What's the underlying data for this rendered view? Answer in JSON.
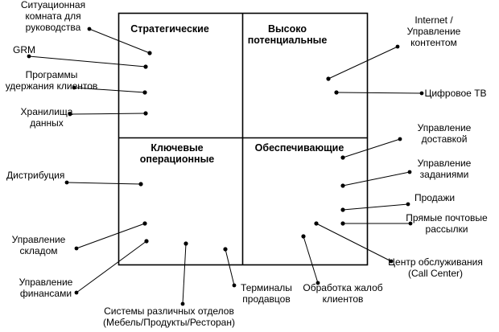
{
  "quadrants": {
    "top_left": [
      "Стратегические"
    ],
    "top_right": [
      "Высоко",
      "потенциальные"
    ],
    "bottom_left": [
      "Ключевые",
      "операционные"
    ],
    "bottom_right": [
      "Обеспечивающие"
    ]
  },
  "labels": [
    {
      "id": "situation-room",
      "lines": [
        "Ситуационная",
        "комната для",
        "руководства"
      ]
    },
    {
      "id": "grm",
      "lines": [
        "GRM"
      ]
    },
    {
      "id": "retention",
      "lines": [
        "Программы",
        "удержания клиентов"
      ]
    },
    {
      "id": "data-warehouse",
      "lines": [
        "Хранилища",
        "данных"
      ]
    },
    {
      "id": "distribution",
      "lines": [
        "Дистрибуция"
      ]
    },
    {
      "id": "warehouse-mgmt",
      "lines": [
        "Управление",
        "складом"
      ]
    },
    {
      "id": "finance-mgmt",
      "lines": [
        "Управление",
        "финансами"
      ]
    },
    {
      "id": "dept-systems",
      "lines": [
        "Системы различных отделов",
        "(Мебель/Продукты/Ресторан)"
      ]
    },
    {
      "id": "sales-terminals",
      "lines": [
        "Терминалы",
        "продавцов"
      ]
    },
    {
      "id": "complaints",
      "lines": [
        "Обработка жалоб",
        "клиентов"
      ]
    },
    {
      "id": "call-center",
      "lines": [
        "Центр обслуживания",
        "(Call Center)"
      ]
    },
    {
      "id": "direct-mail",
      "lines": [
        "Прямые почтовые",
        "рассылки"
      ]
    },
    {
      "id": "sales",
      "lines": [
        "Продажи"
      ]
    },
    {
      "id": "task-mgmt",
      "lines": [
        "Управление",
        "заданиями"
      ]
    },
    {
      "id": "delivery-mgmt",
      "lines": [
        "Управление",
        "доставкой"
      ]
    },
    {
      "id": "digital-tv",
      "lines": [
        "Цифровое ТВ"
      ]
    },
    {
      "id": "internet-content",
      "lines": [
        "Internet /",
        "Управление",
        "контентом"
      ]
    }
  ]
}
